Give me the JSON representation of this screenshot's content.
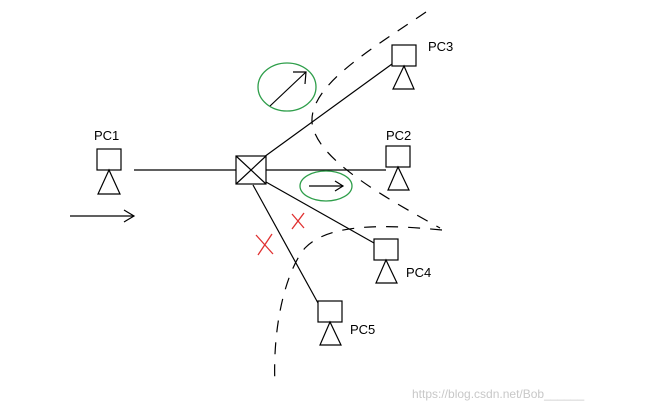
{
  "nodes": [
    {
      "label": "PC1"
    },
    {
      "label": "PC2"
    },
    {
      "label": "PC3"
    },
    {
      "label": "PC4"
    },
    {
      "label": "PC5"
    }
  ],
  "watermark": "https://blog.csdn.net/Bob______",
  "colors": {
    "line": "#000000",
    "highlight": "#2e9e4a",
    "blocked": "#e03030",
    "watermark": "#c8c8c8"
  }
}
